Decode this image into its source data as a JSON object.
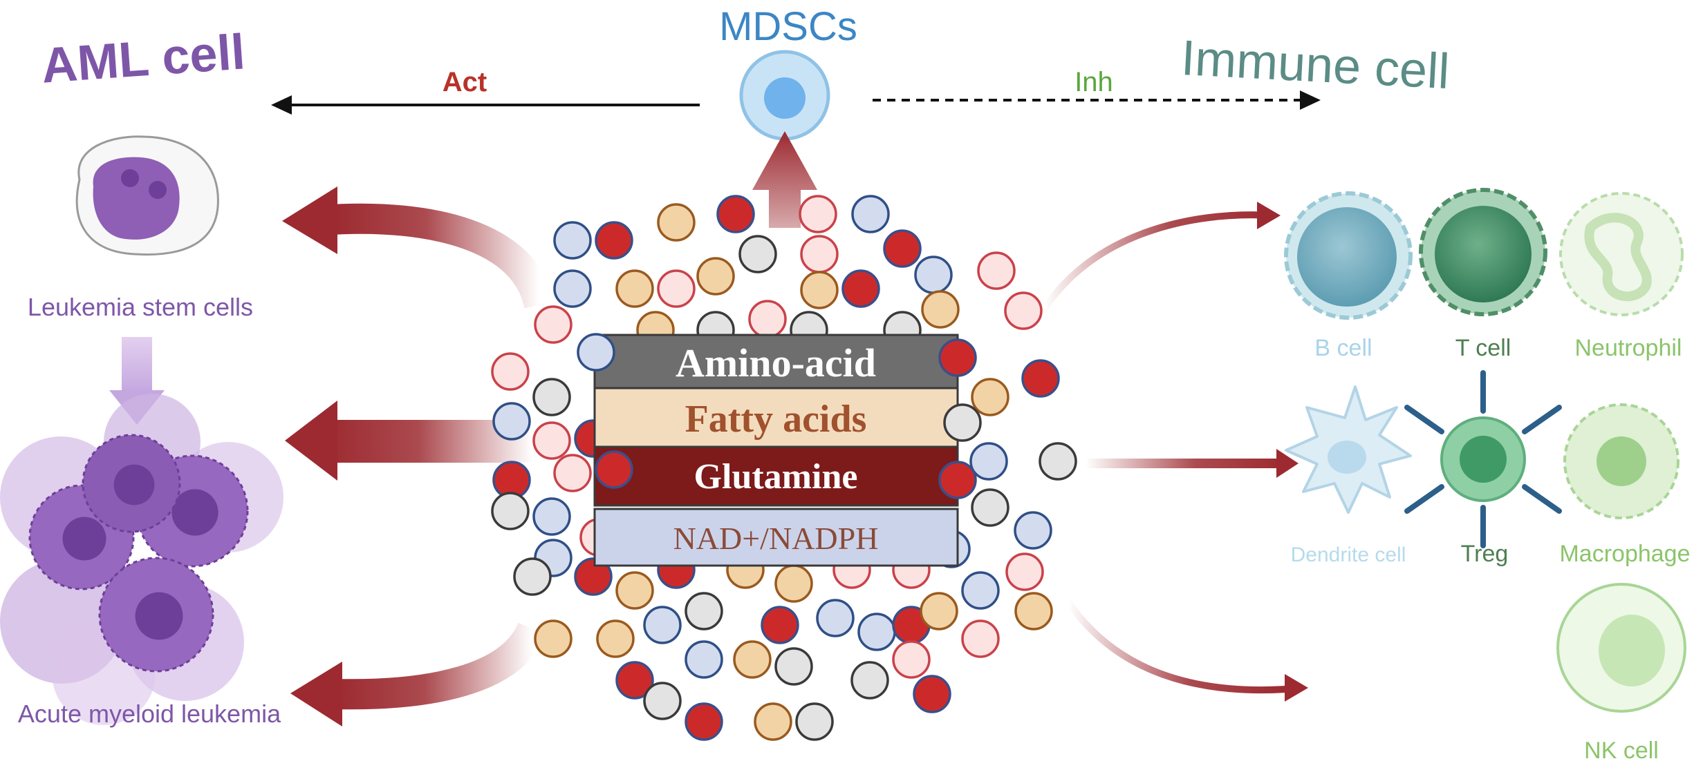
{
  "titles": {
    "aml": "AML cell",
    "mdsc": "MDSCs",
    "immune": "Immune cell"
  },
  "arrows": {
    "act": "Act",
    "inh": "Inh"
  },
  "aml_labels": {
    "lsc": "Leukemia stem cells",
    "aml": "Acute myeloid leukemia"
  },
  "layers": [
    {
      "label": "Amino-acid",
      "fill": "#6e6e6e",
      "text": "#ffffff"
    },
    {
      "label": "Fatty acids",
      "fill": "#f3dcbd",
      "text": "#a0512d"
    },
    {
      "label": "Glutamine",
      "fill": "#7d1a1a",
      "text": "#ffffff"
    },
    {
      "label": "NAD+/NADPH",
      "fill": "#cbd3ea",
      "text": "#8a4a38"
    }
  ],
  "immune_cells": {
    "b": "B cell",
    "t": "T cell",
    "neutrophil": "Neutrophil",
    "dendrite": "Dendrite cell",
    "treg": "Treg",
    "macrophage": "Macrophage",
    "nk": "NK cell"
  },
  "colors": {
    "aml_purple": "#7e56a8",
    "mdsc_blue": "#3c86c4",
    "immune_teal": "#5b8c86",
    "arrow_red": "#9c2a30",
    "act_red": "#b8322a",
    "inh_green": "#5aa63e"
  }
}
